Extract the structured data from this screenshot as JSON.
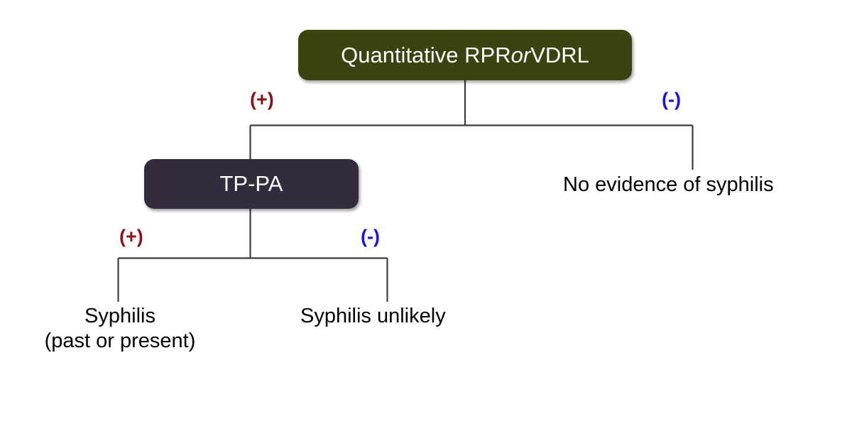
{
  "diagram": {
    "title": "Syphilis serologic testing algorithm (traditional)",
    "colors": {
      "background": "#ffffff",
      "node_green": "#3b4311",
      "node_purple": "#352b3f",
      "node_text": "#ffffff",
      "positive_label": "#8d1217",
      "negative_label": "#1a13e8",
      "connector": "#3c3c3c",
      "outcome_text": "#000000"
    },
    "nodes": {
      "root_test": {
        "label_part1": "Quantitative RPR ",
        "label_emphasis": "or",
        "label_part2": " VDRL",
        "full_label": "Quantitative RPR or VDRL",
        "shape": "rounded-rectangle",
        "fill": "#3b4311"
      },
      "confirm_test": {
        "label": "TP-PA",
        "shape": "rounded-rectangle",
        "fill": "#352b3f"
      }
    },
    "branch_labels": {
      "root_positive": "(+)",
      "root_negative": "(-)",
      "confirm_positive": "(+)",
      "confirm_negative": "(-)"
    },
    "outcomes": {
      "no_evidence": "No evidence of syphilis",
      "syphilis_line1": "Syphilis",
      "syphilis_line2": "(past or present)",
      "syphilis_unlikely": "Syphilis unlikely"
    },
    "edges": [
      {
        "from": "root_test",
        "to": "confirm_test",
        "label": "(+)"
      },
      {
        "from": "root_test",
        "to": "no_evidence",
        "label": "(-)"
      },
      {
        "from": "confirm_test",
        "to": "syphilis_past_or_present",
        "label": "(+)"
      },
      {
        "from": "confirm_test",
        "to": "syphilis_unlikely",
        "label": "(-)"
      }
    ]
  }
}
